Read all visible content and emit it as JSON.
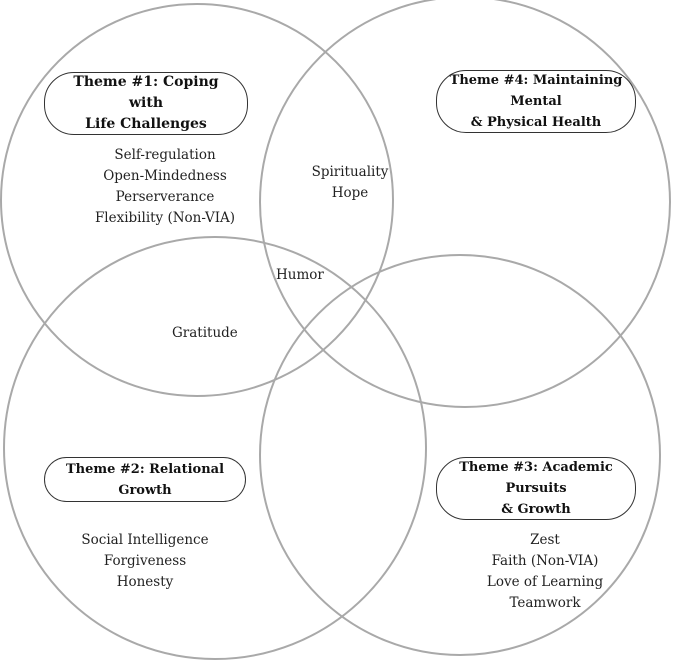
{
  "themes": {
    "theme1": "Theme #1: Coping with\nLife Challenges",
    "theme4": "Theme #4: Maintaining Mental\n& Physical Health",
    "theme2": "Theme #2: Relational Growth",
    "theme3": "Theme #3: Academic Pursuits\n& Growth"
  },
  "strengths": {
    "theme1_only": [
      "Self-regulation",
      "Open-Mindedness",
      "Perserverance",
      "Flexibility (Non-VIA)"
    ],
    "theme1_theme4": [
      "Spirituality",
      "Hope"
    ],
    "center": "Humor",
    "theme1_theme2": "Gratitude",
    "theme2_only": [
      "Social Intelligence",
      "Forgiveness",
      "Honesty"
    ],
    "theme3_only": [
      "Zest",
      "Faith (Non-VIA)",
      "Love of Learning",
      "Teamwork"
    ]
  },
  "colors": {
    "circle_stroke": "#a9a9a9",
    "pill_border": "#333333"
  }
}
